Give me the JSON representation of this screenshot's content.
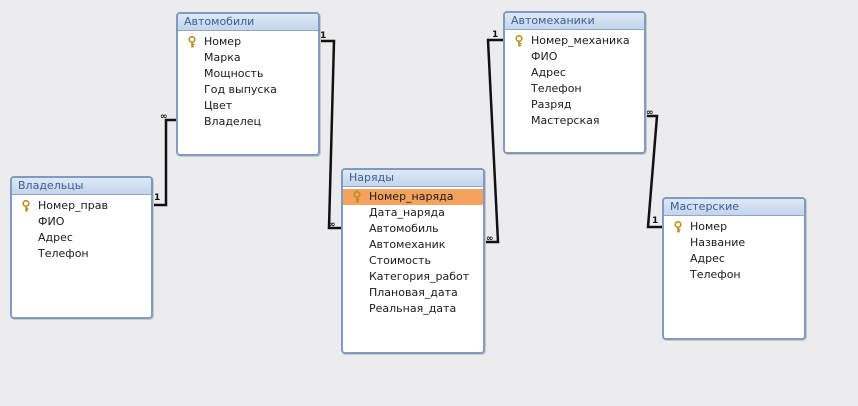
{
  "tables": {
    "avtomobili": {
      "title": "Автомобили",
      "fields": [
        "Номер",
        "Марка",
        "Мощность",
        "Год выпуска",
        "Цвет",
        "Владелец"
      ]
    },
    "vladeltsy": {
      "title": "Владельцы",
      "fields": [
        "Номер_прав",
        "ФИО",
        "Адрес",
        "Телефон"
      ]
    },
    "naryady": {
      "title": "Наряды",
      "fields": [
        "Номер_наряда",
        "Дата_наряда",
        "Автомобиль",
        "Автомеханик",
        "Стоимость",
        "Категория_работ",
        "Плановая_дата",
        "Реальная_дата"
      ]
    },
    "avtomekhaniki": {
      "title": "Автомеханики",
      "fields": [
        "Номер_механика",
        "ФИО",
        "Адрес",
        "Телефон",
        "Разряд",
        "Мастерская"
      ]
    },
    "masterskie": {
      "title": "Мастерские",
      "fields": [
        "Номер",
        "Название",
        "Адрес",
        "Телефон"
      ]
    }
  },
  "relations": {
    "one_label": "1",
    "many_label": "∞"
  },
  "colors": {
    "title_text": "#3a5f92",
    "border": "#7e9cc2",
    "selected_row": "#f5a25d"
  }
}
